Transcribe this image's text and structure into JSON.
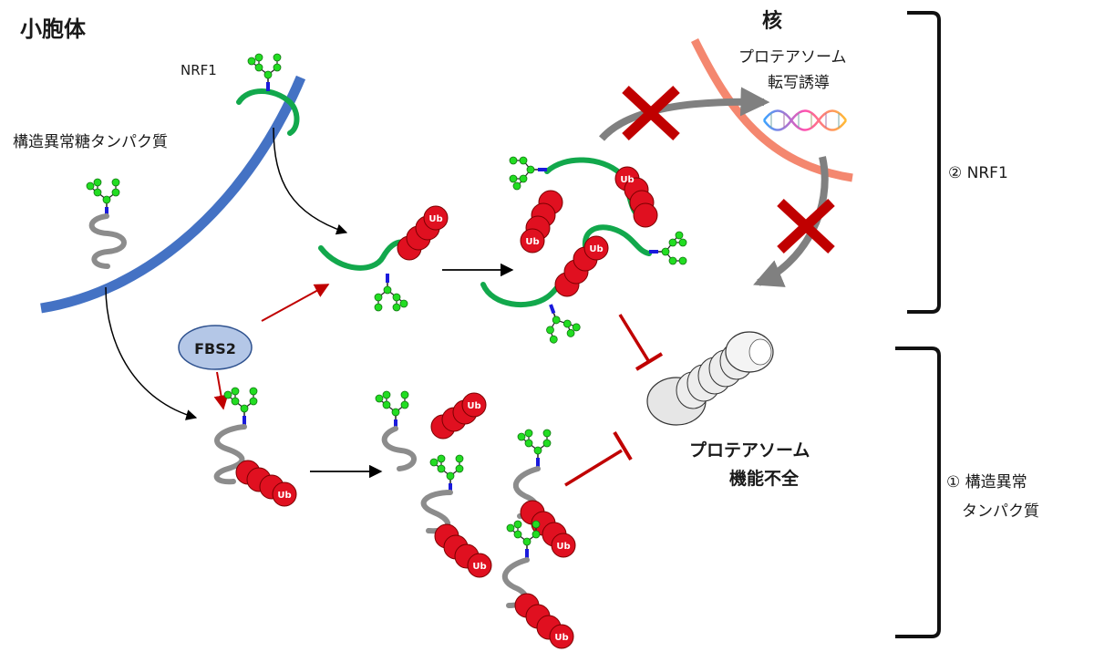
{
  "labels": {
    "er": "小胞体",
    "nucleus": "核",
    "nrf1": "NRF1",
    "misfolded": "構造異常糖タンパク質",
    "fbs2": "FBS2",
    "transcription_line1": "プロテアソーム",
    "transcription_line2": "転写誘導",
    "dysfunction_line1": "プロテアソーム",
    "dysfunction_line2": "機能不全",
    "section2": "② NRF1",
    "section1_line1": "① 構造異常",
    "section1_line2": "タンパク質",
    "ub": "Ub"
  },
  "colors": {
    "er_membrane": "#4472c4",
    "nuclear_membrane": "#f4876f",
    "nrf1_protein": "#12a84c",
    "misfolded_protein": "#8c8c8c",
    "sugar": "#22dd22",
    "sugar_link": "#1a1adc",
    "ubiquitin": "#e01020",
    "inhibition": "#c00000",
    "fbs2_fill": "#b4c7e7",
    "block_x": "#c00000",
    "arrow_gray": "#808080"
  },
  "icons": [
    "dna-icon",
    "proteasome-icon",
    "block-x-icon",
    "sugar-chain-icon",
    "ubiquitin-icon"
  ]
}
